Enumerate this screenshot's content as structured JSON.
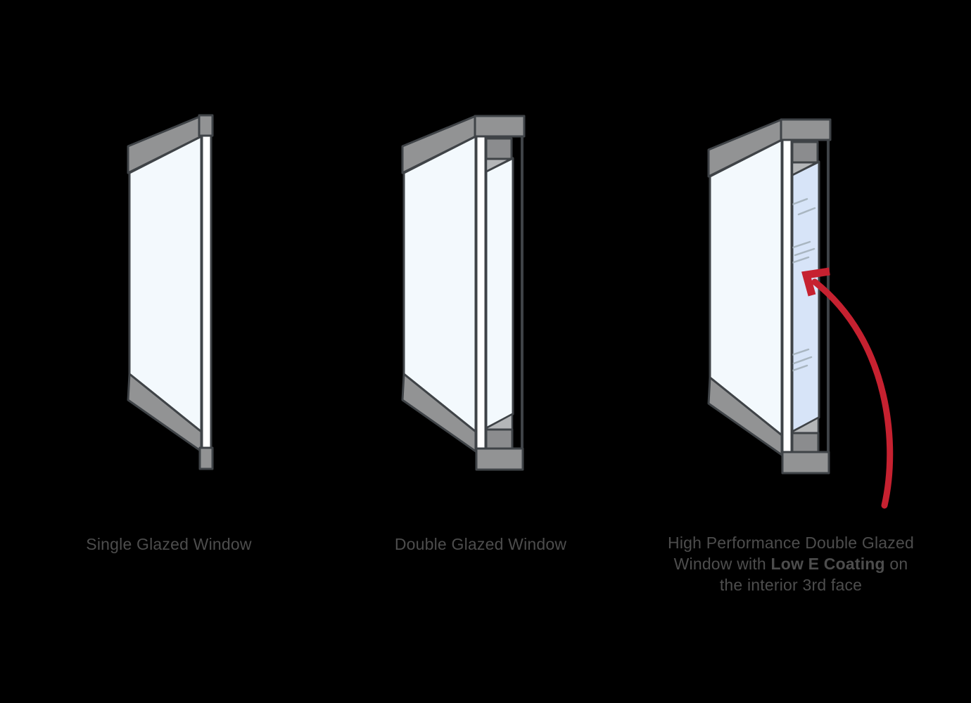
{
  "colors": {
    "background": "#000000",
    "frame": "#929394",
    "spacer": "#8b8c8e",
    "frame_light": "#b4b6b8",
    "stroke": "#3f4347",
    "glass": "#f3f9fd",
    "glass_edge": "#ffffff",
    "low_e_glass": "#d7e4f8",
    "reflection": "#a9b6c1",
    "arrow_red": "#c62130",
    "label_text": "#4d4d4d"
  },
  "panels": [
    {
      "name": "single-glazed",
      "label": "Single Glazed Window"
    },
    {
      "name": "double-glazed",
      "label": "Double Glazed Window"
    },
    {
      "name": "high-performance-double-glazed",
      "label_line1": "High Performance Double Glazed",
      "label_line2_pre": "Window with ",
      "label_line2_bold": "Low E Coating",
      "label_line2_post": " on",
      "label_line3": "the interior 3rd face",
      "label_full": "High Performance Double Glazed Window with Low E Coating on the interior 3rd face",
      "arrow_target": "interior 3rd face (Low E Coating)"
    }
  ]
}
